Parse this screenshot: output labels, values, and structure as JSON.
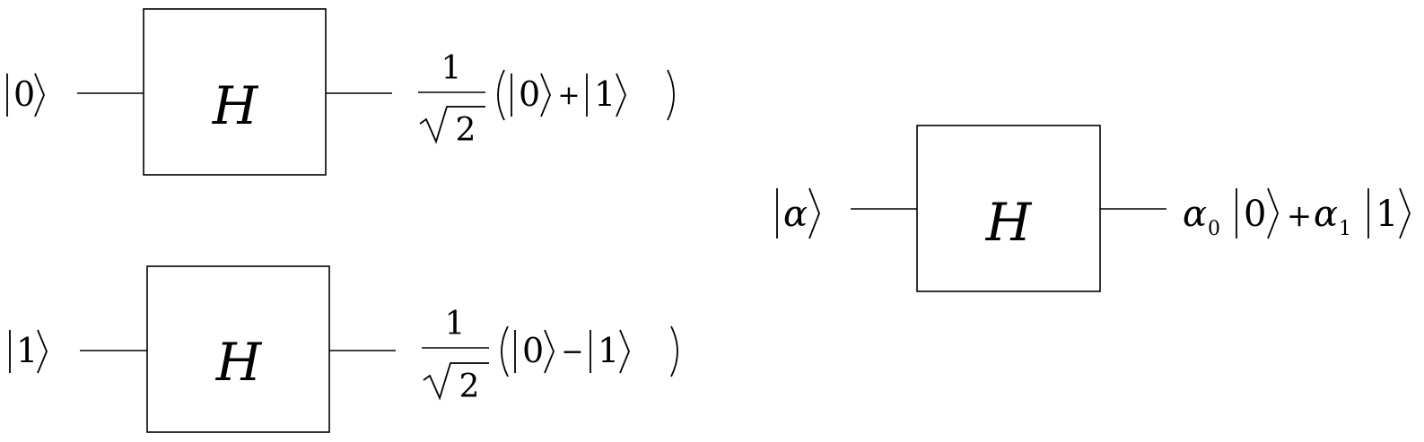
{
  "circuits": [
    {
      "input_ket": "0",
      "gate_label": "H",
      "output": {
        "numerator": "1",
        "denominator": "2",
        "ket_a": "0",
        "operator": "+",
        "ket_b": "1"
      }
    },
    {
      "input_ket": "1",
      "gate_label": "H",
      "output": {
        "numerator": "1",
        "denominator": "2",
        "ket_a": "0",
        "operator": "−",
        "ket_b": "1"
      }
    },
    {
      "input_ket": "α",
      "gate_label": "H",
      "output": {
        "coef_a": "α",
        "coef_a_sub": "0",
        "ket_a": "0",
        "operator": "+",
        "coef_b": "α",
        "coef_b_sub": "1",
        "ket_b": "1"
      }
    }
  ]
}
